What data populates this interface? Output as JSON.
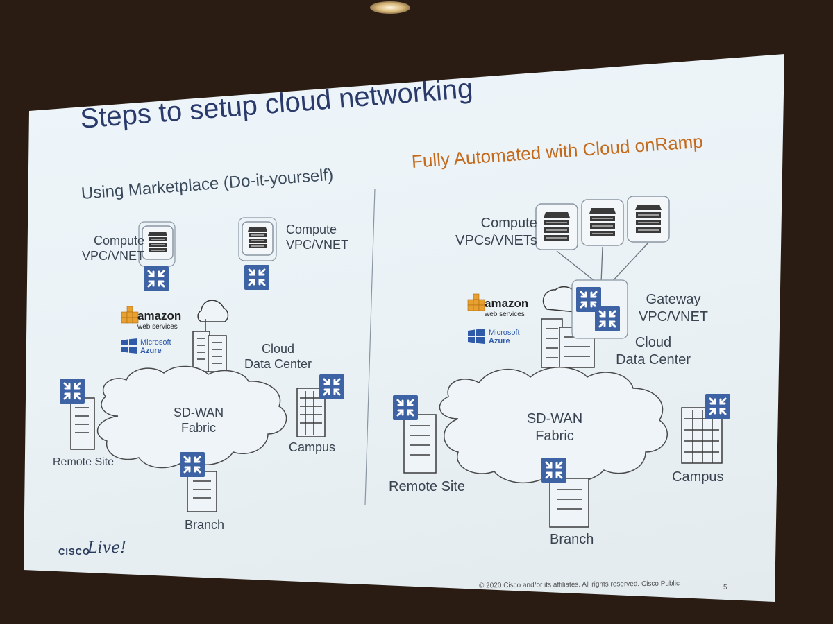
{
  "slide": {
    "title": "Steps to setup cloud networking",
    "left_heading": "Using Marketplace (Do-it-yourself)",
    "right_heading": "Fully Automated with Cloud onRamp",
    "left": {
      "compute_left_line1": "Compute",
      "compute_left_line2": "VPC/VNET",
      "compute_right_line1": "Compute",
      "compute_right_line2": "VPC/VNET",
      "cloud_dc_line1": "Cloud",
      "cloud_dc_line2": "Data Center",
      "fabric_line1": "SD-WAN",
      "fabric_line2": "Fabric",
      "remote_site": "Remote Site",
      "campus": "Campus",
      "branch": "Branch"
    },
    "right": {
      "compute_line1": "Compute",
      "compute_line2": "VPCs/VNETs",
      "gateway_line1": "Gateway",
      "gateway_line2": "VPC/VNET",
      "cloud_dc_line1": "Cloud",
      "cloud_dc_line2": "Data Center",
      "fabric_line1": "SD-WAN",
      "fabric_line2": "Fabric",
      "remote_site": "Remote Site",
      "campus": "Campus",
      "branch": "Branch"
    },
    "vendors": {
      "aws_line1": "amazon",
      "aws_line2": "web services",
      "ms_line1": "Microsoft",
      "ms_line2": "Azure"
    },
    "logo": {
      "cisco": "CISCO",
      "live": "Live!"
    },
    "footer": {
      "copyright": "© 2020  Cisco and/or its affiliates. All rights reserved.   Cisco Public",
      "page_number": "5"
    }
  },
  "colors": {
    "router_blue": "#3e63a5",
    "title_blue": "#2a3a6a",
    "accent_orange": "#c36a1c",
    "aws_orange": "#e8a030",
    "ms_blue": "#2f5aa8"
  },
  "icons": [
    "router-icon",
    "server-icon",
    "building-icon",
    "cloud-icon",
    "aws-logo",
    "azure-logo"
  ]
}
